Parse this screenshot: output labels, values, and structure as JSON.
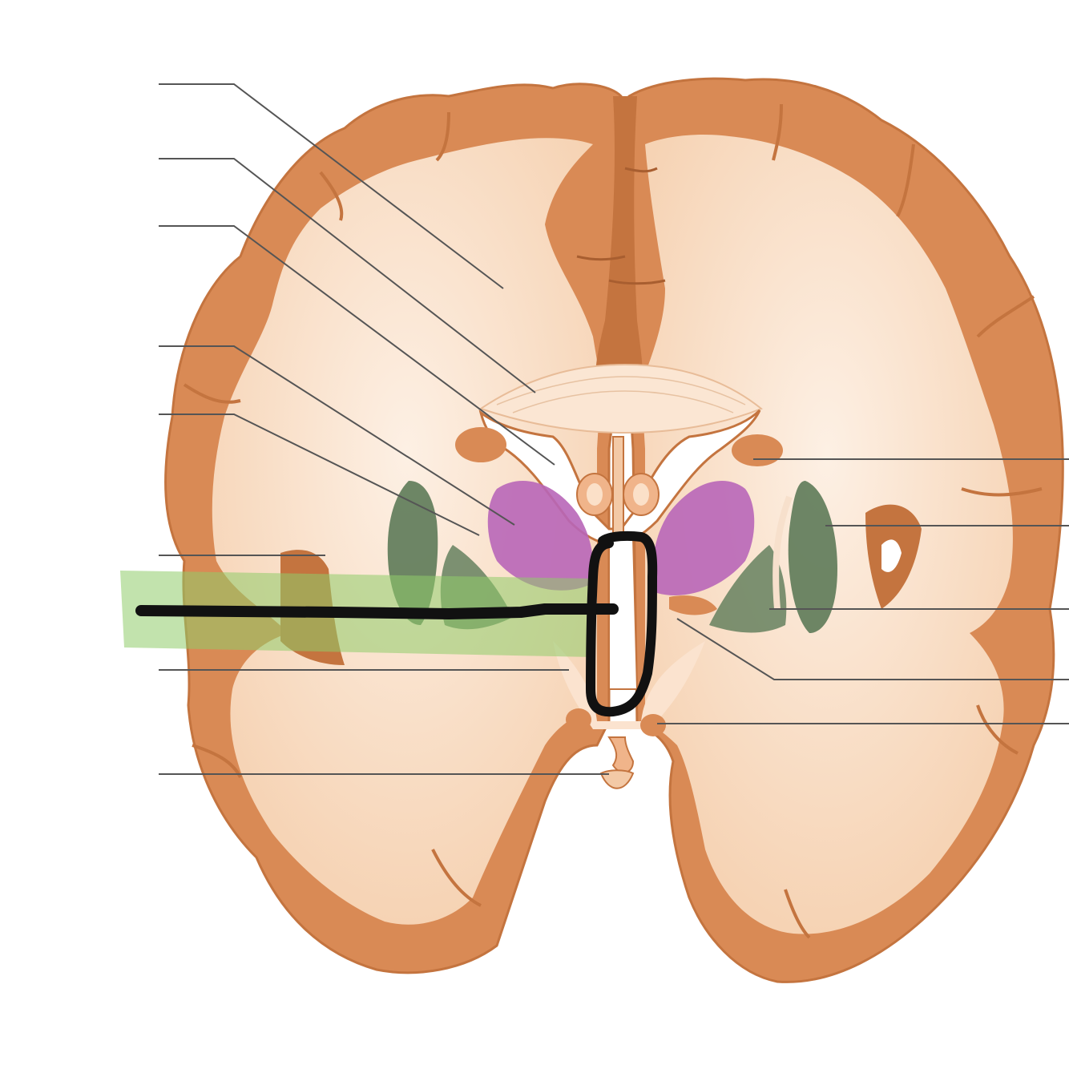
{
  "diagram": {
    "type": "coronal-brain-section-blank-labels",
    "labels_printed": false,
    "colors": {
      "cortex": "#d98a55",
      "cortex_dark": "#c4743f",
      "white_matter": "#f9dcc2",
      "white_matter_light": "#fcebdc",
      "ventricle": "#ffffff",
      "caudate_thalamus": "#b866b8",
      "putamen": "#5d7a58",
      "leader_line": "#555555",
      "highlight": "#8fcc6a",
      "marker": "#111111"
    },
    "leader_lines": [
      {
        "id": "left-1"
      },
      {
        "id": "left-2"
      },
      {
        "id": "left-3"
      },
      {
        "id": "left-4"
      },
      {
        "id": "left-5"
      },
      {
        "id": "left-6"
      },
      {
        "id": "left-7"
      },
      {
        "id": "left-8"
      },
      {
        "id": "right-1"
      },
      {
        "id": "right-2"
      },
      {
        "id": "right-3"
      },
      {
        "id": "right-4"
      },
      {
        "id": "right-5"
      }
    ],
    "annotations": [
      {
        "kind": "highlighter-band",
        "color": "green"
      },
      {
        "kind": "marker-line",
        "color": "black"
      },
      {
        "kind": "marker-loop",
        "color": "black"
      }
    ]
  }
}
